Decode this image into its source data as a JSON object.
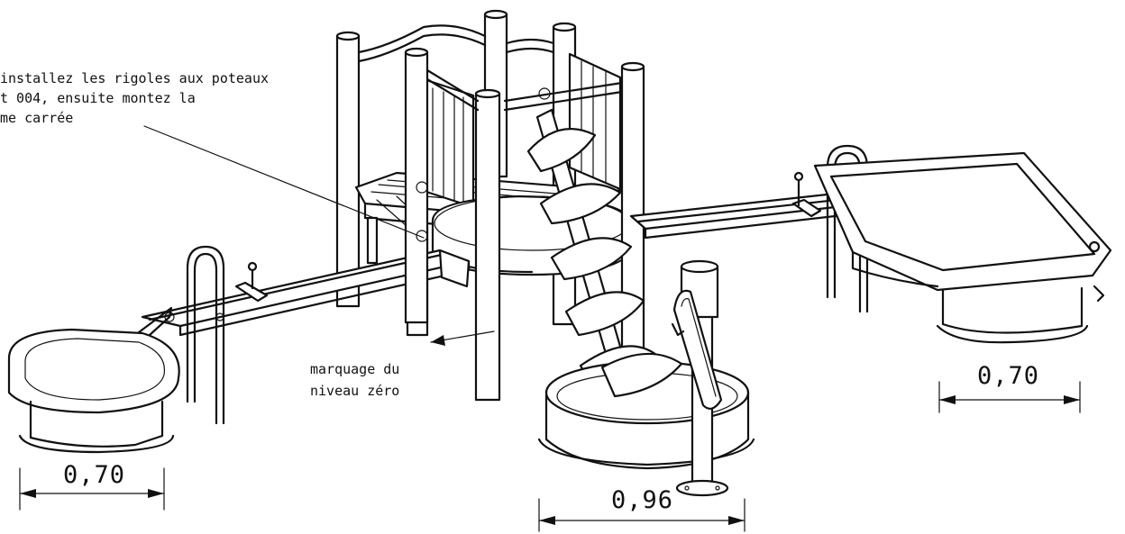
{
  "annotations": {
    "install_note": {
      "lines": [
        "installez les rigoles aux poteaux",
        "t 004, ensuite montez la",
        "me carrée"
      ]
    },
    "zero_level": {
      "lines": [
        "marquage du",
        "niveau zéro"
      ]
    }
  },
  "dimensions": {
    "left_basin": "0,70",
    "center_basin": "0,96",
    "right_basin": "0,70"
  }
}
